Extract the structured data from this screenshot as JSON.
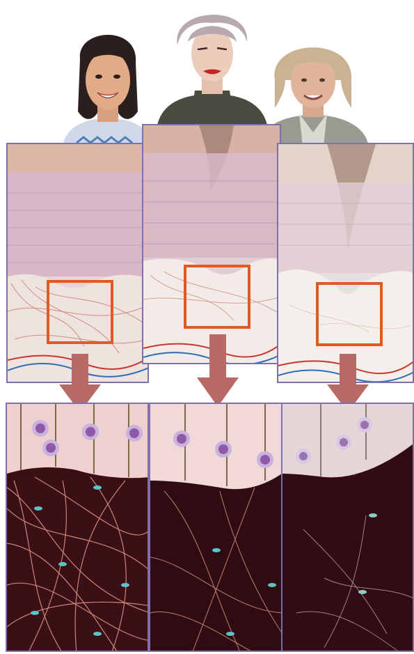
{
  "figure": {
    "stages": [
      {
        "id": "young",
        "portrait": "young-woman-portrait",
        "skin": "youthful-skin-cross-section",
        "cells": "dense-collagen-network"
      },
      {
        "id": "middle",
        "portrait": "middle-aged-woman-portrait",
        "skin": "middle-aged-skin-cross-section",
        "cells": "thinning-collagen-network"
      },
      {
        "id": "older",
        "portrait": "older-woman-portrait",
        "skin": "aged-skin-cross-section",
        "cells": "sparse-collagen-network"
      }
    ],
    "colors": {
      "panel_border": "#7d6fb0",
      "zoom_box": "#e05a24",
      "arrow": "#b86a67",
      "epidermis": "#d9b7c6",
      "dermis_light": "#efe3df",
      "collagen": "#c98370",
      "vessel_red": "#c8352d",
      "vessel_blue": "#2d6fb5",
      "deep_dermis": "#3a0f16",
      "fibroblast": "#5cc3c6",
      "nucleus": "#8e5aa8"
    }
  }
}
